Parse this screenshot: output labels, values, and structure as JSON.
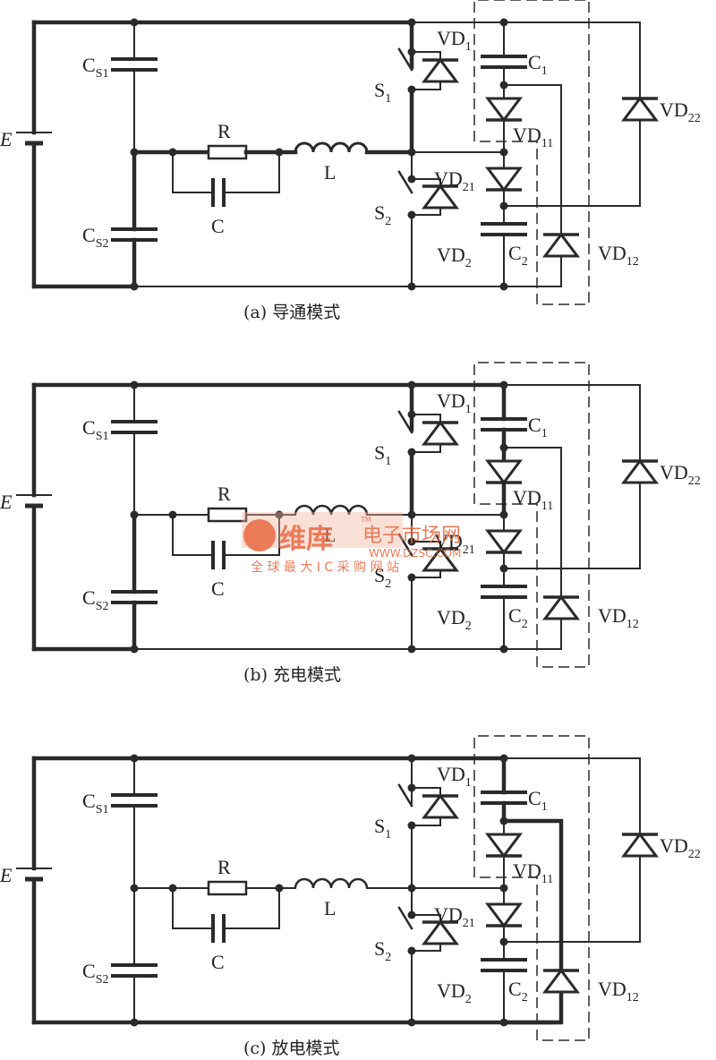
{
  "figure": {
    "panels": [
      {
        "id": "a",
        "caption": "(a) 导通模式",
        "labels": {
          "E": "E",
          "CS1": "C",
          "CS1_sub": "S1",
          "CS2": "C",
          "CS2_sub": "S2",
          "R": "R",
          "C": "C",
          "L": "L",
          "S1": "S",
          "S1_sub": "1",
          "S2": "S",
          "S2_sub": "2",
          "VD1": "VD",
          "VD1_sub": "1",
          "VD2": "VD",
          "VD2_sub": "2",
          "C1": "C",
          "C1_sub": "1",
          "C2": "C",
          "C2_sub": "2",
          "VD11": "VD",
          "VD11_sub": "11",
          "VD21": "VD",
          "VD21_sub": "21",
          "VD12": "VD",
          "VD12_sub": "12",
          "VD22": "VD",
          "VD22_sub": "22"
        }
      },
      {
        "id": "b",
        "caption": "(b) 充电模式",
        "labels": {
          "E": "E",
          "CS1": "C",
          "CS1_sub": "S1",
          "CS2": "C",
          "CS2_sub": "S2",
          "R": "R",
          "C": "C",
          "L": "L",
          "S1": "S",
          "S1_sub": "1",
          "S2": "S",
          "S2_sub": "2",
          "VD1": "VD",
          "VD1_sub": "1",
          "VD2": "VD",
          "VD2_sub": "2",
          "C1": "C",
          "C1_sub": "1",
          "C2": "C",
          "C2_sub": "2",
          "VD11": "VD",
          "VD11_sub": "11",
          "VD21": "VD",
          "VD21_sub": "21",
          "VD12": "VD",
          "VD12_sub": "12",
          "VD22": "VD",
          "VD22_sub": "22"
        }
      },
      {
        "id": "c",
        "caption": "(c) 放电模式",
        "labels": {
          "E": "E",
          "CS1": "C",
          "CS1_sub": "S1",
          "CS2": "C",
          "CS2_sub": "S2",
          "R": "R",
          "C": "C",
          "L": "L",
          "S1": "S",
          "S1_sub": "1",
          "S2": "S",
          "S2_sub": "2",
          "VD1": "VD",
          "VD1_sub": "1",
          "VD2": "VD",
          "VD2_sub": "2",
          "C1": "C",
          "C1_sub": "1",
          "C2": "C",
          "C2_sub": "2",
          "VD11": "VD",
          "VD11_sub": "11",
          "VD21": "VD",
          "VD21_sub": "21",
          "VD12": "VD",
          "VD12_sub": "12",
          "VD22": "VD",
          "VD22_sub": "22"
        }
      }
    ],
    "watermark": {
      "brand": "维库",
      "title": "电子市场网",
      "url": "WWW.DZSC.COM",
      "slogan": "全 球 最 大 I C 采 购 网 站",
      "tm": "TM",
      "color": "#e8643c"
    }
  }
}
